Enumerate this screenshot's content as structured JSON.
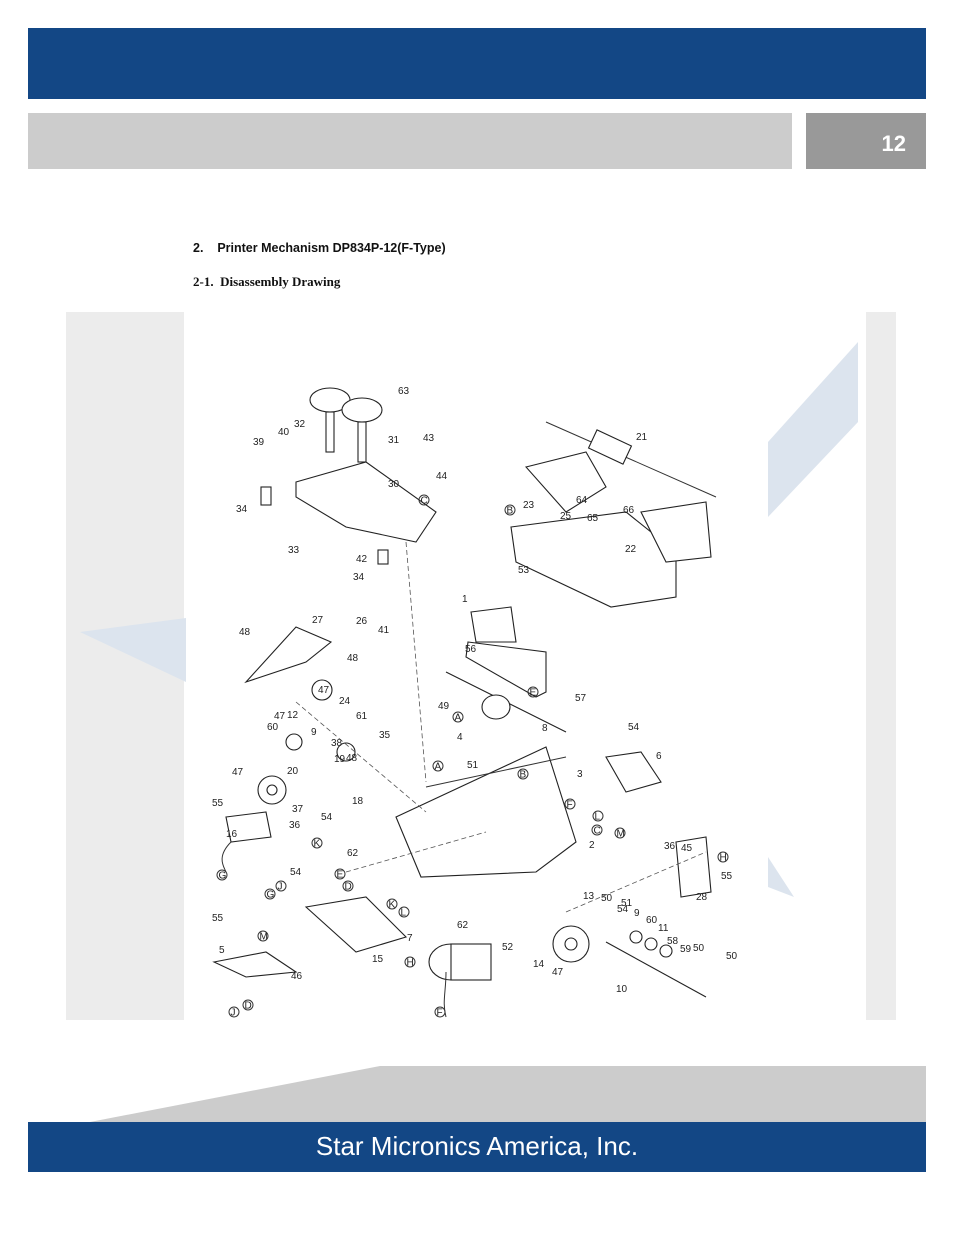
{
  "header": {
    "page_number": "12"
  },
  "section": {
    "title": "2.    Printer Mechanism DP834P-12(F-Type)",
    "subtitle": "2-1.  Disassembly Drawing"
  },
  "drawing": {
    "part_numbers": [
      "63",
      "32",
      "40",
      "39",
      "31",
      "43",
      "44",
      "30",
      "34",
      "33",
      "34",
      "21",
      "23",
      "64",
      "25",
      "65",
      "66",
      "22",
      "53",
      "42",
      "27",
      "26",
      "41",
      "48",
      "48",
      "1",
      "56",
      "47",
      "24",
      "47",
      "12",
      "60",
      "9",
      "61",
      "49",
      "35",
      "4",
      "8",
      "57",
      "54",
      "6",
      "38",
      "48",
      "19",
      "47",
      "20",
      "51",
      "3",
      "55",
      "37",
      "54",
      "18",
      "36",
      "16",
      "62",
      "2",
      "36",
      "45",
      "55",
      "28",
      "54",
      "13",
      "50",
      "51",
      "54",
      "9",
      "60",
      "11",
      "58",
      "59",
      "50",
      "55",
      "5",
      "46",
      "15",
      "62",
      "7",
      "52",
      "14",
      "47",
      "50",
      "10"
    ],
    "reference_letters": [
      "C",
      "B",
      "E",
      "A",
      "A",
      "B",
      "F",
      "L",
      "C",
      "M",
      "K",
      "D",
      "E",
      "G",
      "J",
      "K",
      "L",
      "H",
      "M",
      "D",
      "J",
      "G",
      "H",
      "F"
    ],
    "accent_color": "#dce4ee"
  },
  "footer": {
    "company": "Star Micronics America, Inc."
  },
  "colors": {
    "brand_blue": "#134785",
    "bar_gray": "#cccccc",
    "page_box_gray": "#999999"
  }
}
